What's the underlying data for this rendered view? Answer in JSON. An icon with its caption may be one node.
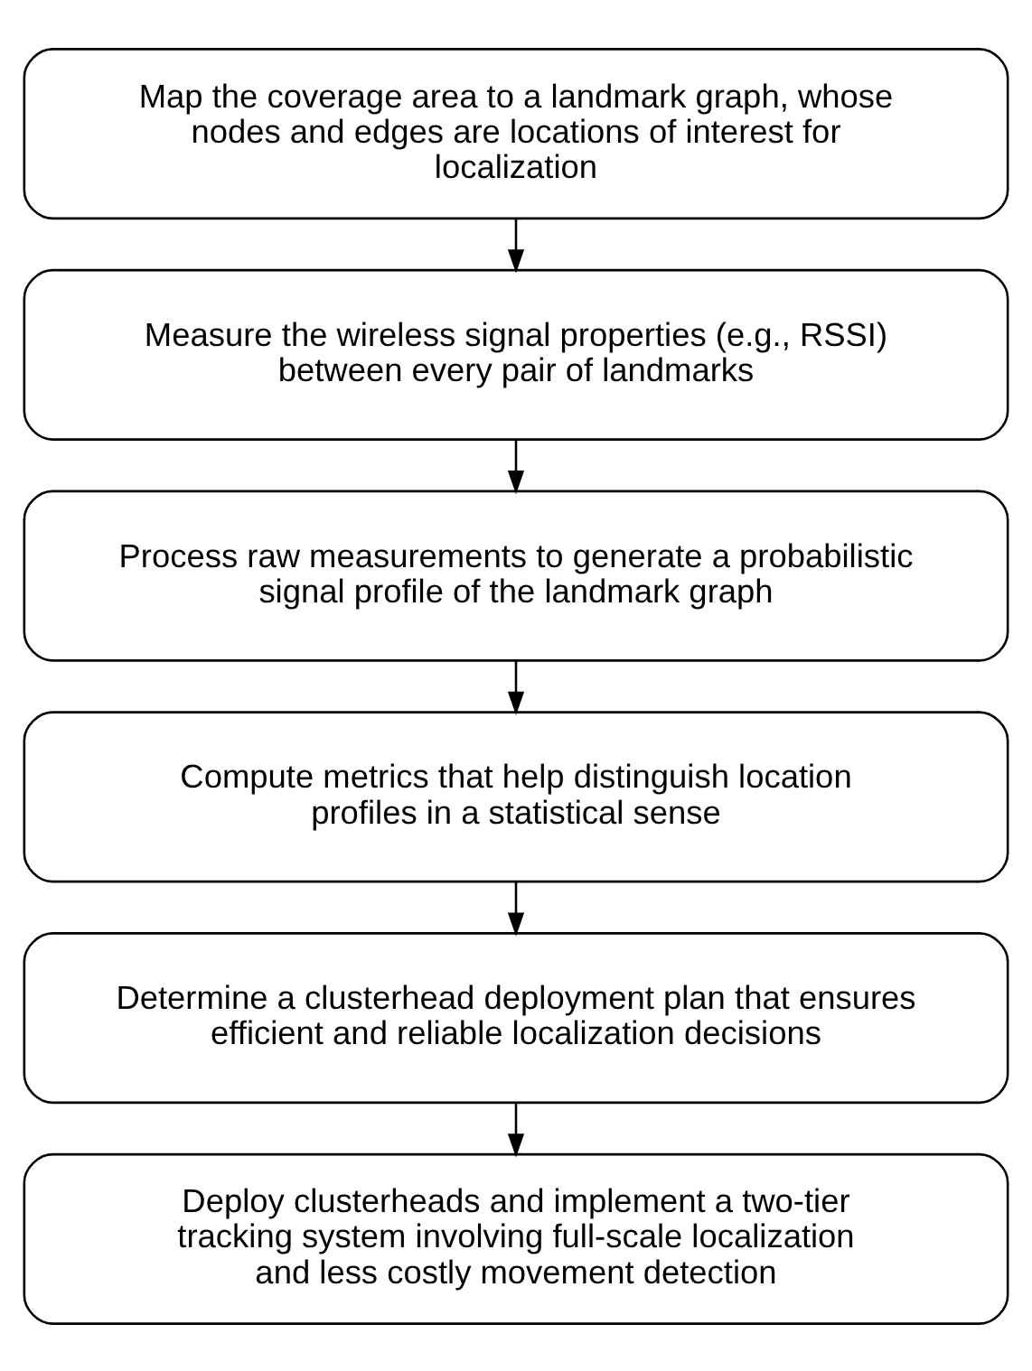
{
  "diagram": {
    "nodes": [
      {
        "text": [
          "Map the coverage area to a landmark graph, whose nodes and edges are locations of interest for localization"
        ]
      },
      {
        "text": [
          "Measure the wireless signal properties (e.g., RSSI) between every pair of landmarks"
        ]
      },
      {
        "text": [
          "Process raw measurements to generate a probabilistic signal profile of the landmark graph"
        ]
      },
      {
        "text": [
          "Compute metrics that help distinguish location profiles in a statistical sense"
        ]
      },
      {
        "text": [
          "Determine a clusterhead deployment plan that ensures efficient and reliable localization decisions"
        ]
      },
      {
        "text": [
          "Deploy clusterheads and implement a two-tier tracking system involving full-scale localization and less costly movement detection"
        ]
      }
    ],
    "edges": [
      {
        "from": 0,
        "to": 1,
        "arrow": "to"
      },
      {
        "from": 1,
        "to": 2,
        "arrow": "to"
      },
      {
        "from": 2,
        "to": 3,
        "arrow": "to"
      },
      {
        "from": 3,
        "to": 4,
        "arrow": "to"
      },
      {
        "from": 4,
        "to": 5,
        "arrow": "to"
      }
    ]
  }
}
